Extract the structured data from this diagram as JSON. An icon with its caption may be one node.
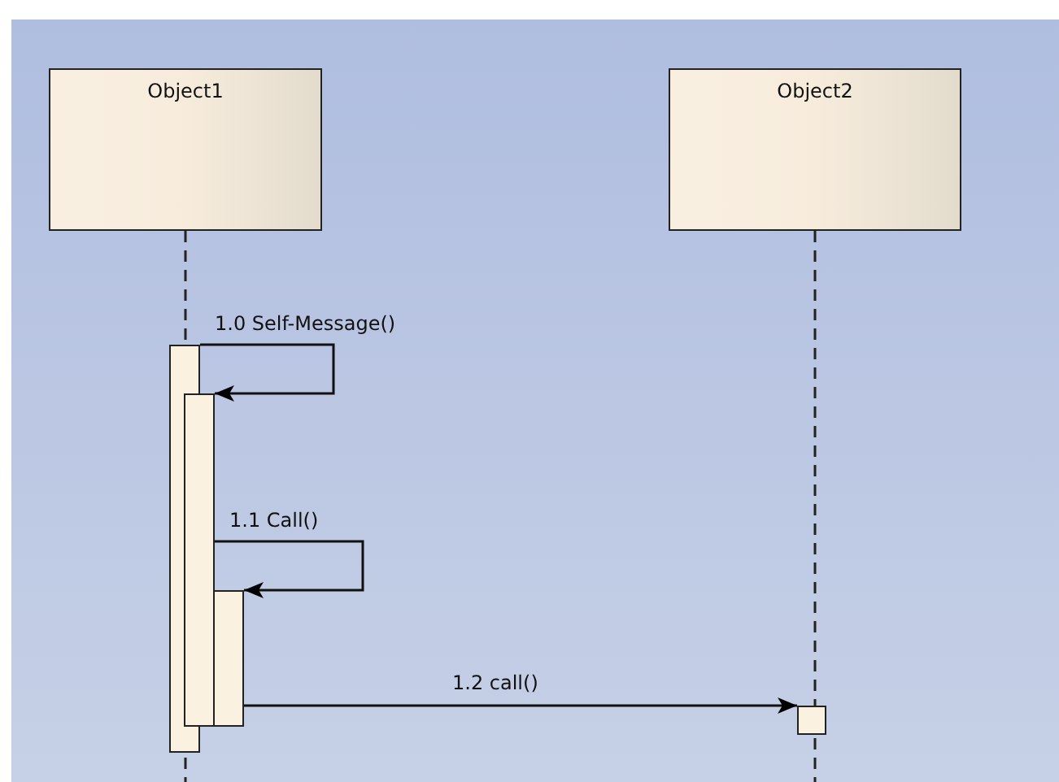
{
  "diagram": {
    "nodes": [
      {
        "text": [
          "Object1"
        ]
      },
      {
        "text": [
          "Object2"
        ]
      },
      {
        "text": [],
        "shape": "bar"
      },
      {
        "text": [],
        "shape": "bar"
      },
      {
        "text": [],
        "shape": "bar"
      },
      {
        "text": [],
        "shape": "bar"
      }
    ],
    "edges": [
      {
        "from": 2,
        "to": 3,
        "arrow": "to",
        "label": "1.0 Self-Message()"
      },
      {
        "from": 3,
        "to": 4,
        "arrow": "to",
        "label": "1.1 Call()"
      },
      {
        "from": 4,
        "to": 5,
        "arrow": "to",
        "label": "1.2 call()"
      }
    ]
  }
}
